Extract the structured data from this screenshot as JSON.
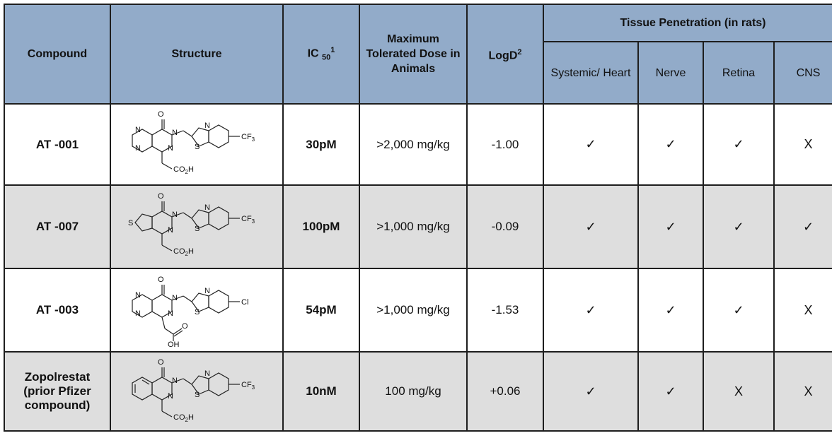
{
  "headers": {
    "compound": "Compound",
    "structure": "Structure",
    "ic50_main": "IC ",
    "ic50_sub": "50",
    "ic50_sup": "1",
    "mtd": "Maximum Tolerated Dose in Animals",
    "logd_main": "LogD",
    "logd_sup": "2",
    "tissue_group": "Tissue Penetration (in rats)",
    "tissues": [
      "Systemic/ Heart",
      "Nerve",
      "Retina",
      "CNS"
    ]
  },
  "rows": [
    {
      "compound": "AT -001",
      "ic50": "30pM",
      "mtd": ">2,000 mg/kg",
      "logd": "-1.00",
      "tissue": [
        "✓",
        "✓",
        "✓",
        "X"
      ],
      "structure": {
        "ring": "pyrazine",
        "substituent": "CF3",
        "acid": "CO2H"
      }
    },
    {
      "compound": "AT -007",
      "ic50": "100pM",
      "mtd": ">1,000 mg/kg",
      "logd": "-0.09",
      "tissue": [
        "✓",
        "✓",
        "✓",
        "✓"
      ],
      "structure": {
        "ring": "thiophene",
        "substituent": "CF3",
        "acid": "CO2H"
      }
    },
    {
      "compound": "AT -003",
      "ic50": "54pM",
      "mtd": ">1,000 mg/kg",
      "logd": "-1.53",
      "tissue": [
        "✓",
        "✓",
        "✓",
        "X"
      ],
      "structure": {
        "ring": "pyrazine",
        "substituent": "Cl",
        "acid": "COOH"
      }
    },
    {
      "compound": "Zopolrestat (prior Pfizer compound)",
      "ic50": "10nM",
      "mtd": "100 mg/kg",
      "logd": "+0.06",
      "tissue": [
        "✓",
        "✓",
        "X",
        "X"
      ],
      "structure": {
        "ring": "benzene",
        "substituent": "CF3",
        "acid": "CO2H"
      }
    }
  ],
  "structure_labels": {
    "o": "O",
    "n": "N",
    "s": "S",
    "cf3_main": "CF",
    "cf3_sub": "3",
    "cl": "Cl",
    "co2h_a": "CO",
    "co2h_b": "2",
    "co2h_c": "H",
    "oh": "OH"
  }
}
